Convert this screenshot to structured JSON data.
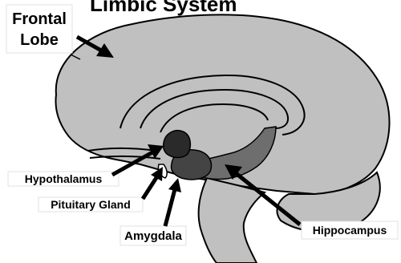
{
  "diagram": {
    "title_fragment": "Limbic System",
    "labels": {
      "frontal_lobe_line1": "Frontal",
      "frontal_lobe_line2": "Lobe",
      "hypothalamus": "Hypothalamus",
      "pituitary_gland": "Pituitary Gland",
      "amygdala": "Amygdala",
      "hippocampus": "Hippocampus"
    },
    "colors": {
      "brain_fill": "#c0c0c0",
      "outline": "#000000",
      "hypothalamus_fill": "#2a2a2a",
      "amygdala_fill": "#444444",
      "hippocampus_fill": "#6e6e6e",
      "label_box": "#ffffff",
      "background": "#ffffff"
    }
  }
}
